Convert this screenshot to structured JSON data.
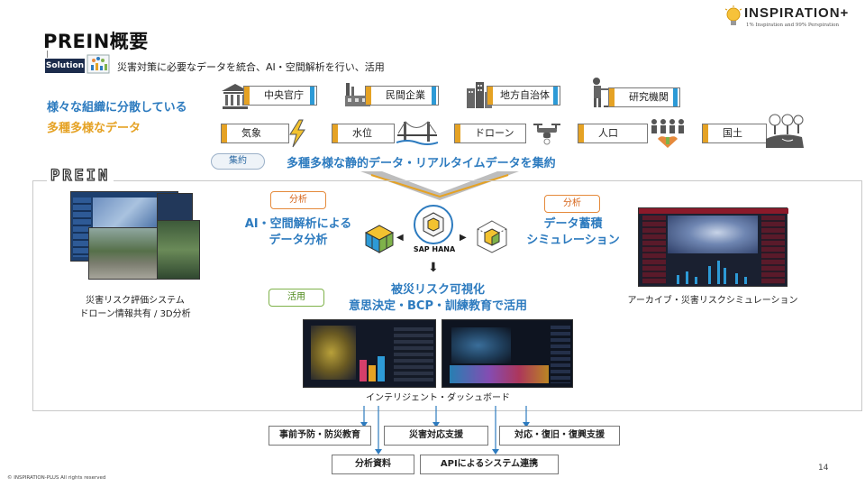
{
  "header": {
    "title": "PREIN概要",
    "solution_badge": "Solution",
    "solution_text": "災害対策に必要なデータを統合、AI・空間解析を行い、活用"
  },
  "logo": {
    "name": "INSPIRATION+",
    "tagline": "1% Inspiration and 99% Perspiration"
  },
  "taglines": {
    "line1": "様々な組織に分散している",
    "line2": "多種多様なデータ"
  },
  "organizations": [
    {
      "label": "中央官庁",
      "icon": "government-building-icon"
    },
    {
      "label": "民間企業",
      "icon": "factory-icon"
    },
    {
      "label": "地方自治体",
      "icon": "city-buildings-icon"
    },
    {
      "label": "研究機関",
      "icon": "researcher-icon"
    }
  ],
  "data_types": [
    {
      "label": "気象",
      "icon": "lightning-icon"
    },
    {
      "label": "水位",
      "icon": "bridge-icon"
    },
    {
      "label": "ドローン",
      "icon": "drone-icon"
    },
    {
      "label": "人口",
      "icon": "population-icon"
    },
    {
      "label": "国土",
      "icon": "landscape-icon"
    }
  ],
  "aggregation": {
    "badge": "集約",
    "text": "多種多様な静的データ・リアルタイムデータを集約"
  },
  "platform": {
    "name": "PREIN",
    "analysis_badge": "分析",
    "analysis_text_1": "AI・空間解析による",
    "analysis_text_2": "データ分析",
    "engine_label": "SAP HANA",
    "storage_badge": "分析",
    "storage_text_1": "データ蓄積",
    "storage_text_2": "シミュレーション",
    "use_badge": "活用",
    "use_text_1": "被災リスク可視化",
    "use_text_2": "意思決定・BCP・訓練教育で活用",
    "left_caption_1": "災害リスク評価システム",
    "left_caption_2": "ドローン情報共有 / 3D分析",
    "right_caption": "アーカイブ・災害リスクシミュレーション",
    "dashboard_caption": "インテリジェント・ダッシュボード"
  },
  "uses_row1": [
    "事前予防・防災教育",
    "災害対応支援",
    "対応・復旧・復興支援"
  ],
  "uses_row2": [
    "分析資料",
    "APIによるシステム連携"
  ],
  "footer": {
    "copyright": "© INSPIRATION-PLUS All rights reserved",
    "page_number": "14"
  },
  "colors": {
    "accent_blue": "#2d7bbf",
    "accent_orange": "#e5a224",
    "badge_navy": "#1c2c4c"
  }
}
